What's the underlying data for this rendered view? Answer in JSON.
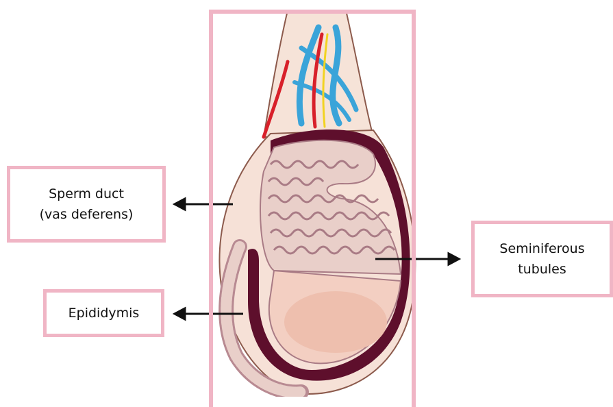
{
  "labels": {
    "sperm_duct_line1": "Sperm duct",
    "sperm_duct_line2": "(vas deferens)",
    "epididymis": "Epididymis",
    "seminiferous_line1": "Seminiferous",
    "seminiferous_line2": "tubules"
  },
  "colors": {
    "frame_border": "#f0b5c5",
    "tunica_dark": "#5e0f2c",
    "tissue": "#e9cfc9",
    "vessel_blue": "#3aa4d9",
    "vessel_red": "#d8202a",
    "nerve_yellow": "#f2d321"
  }
}
